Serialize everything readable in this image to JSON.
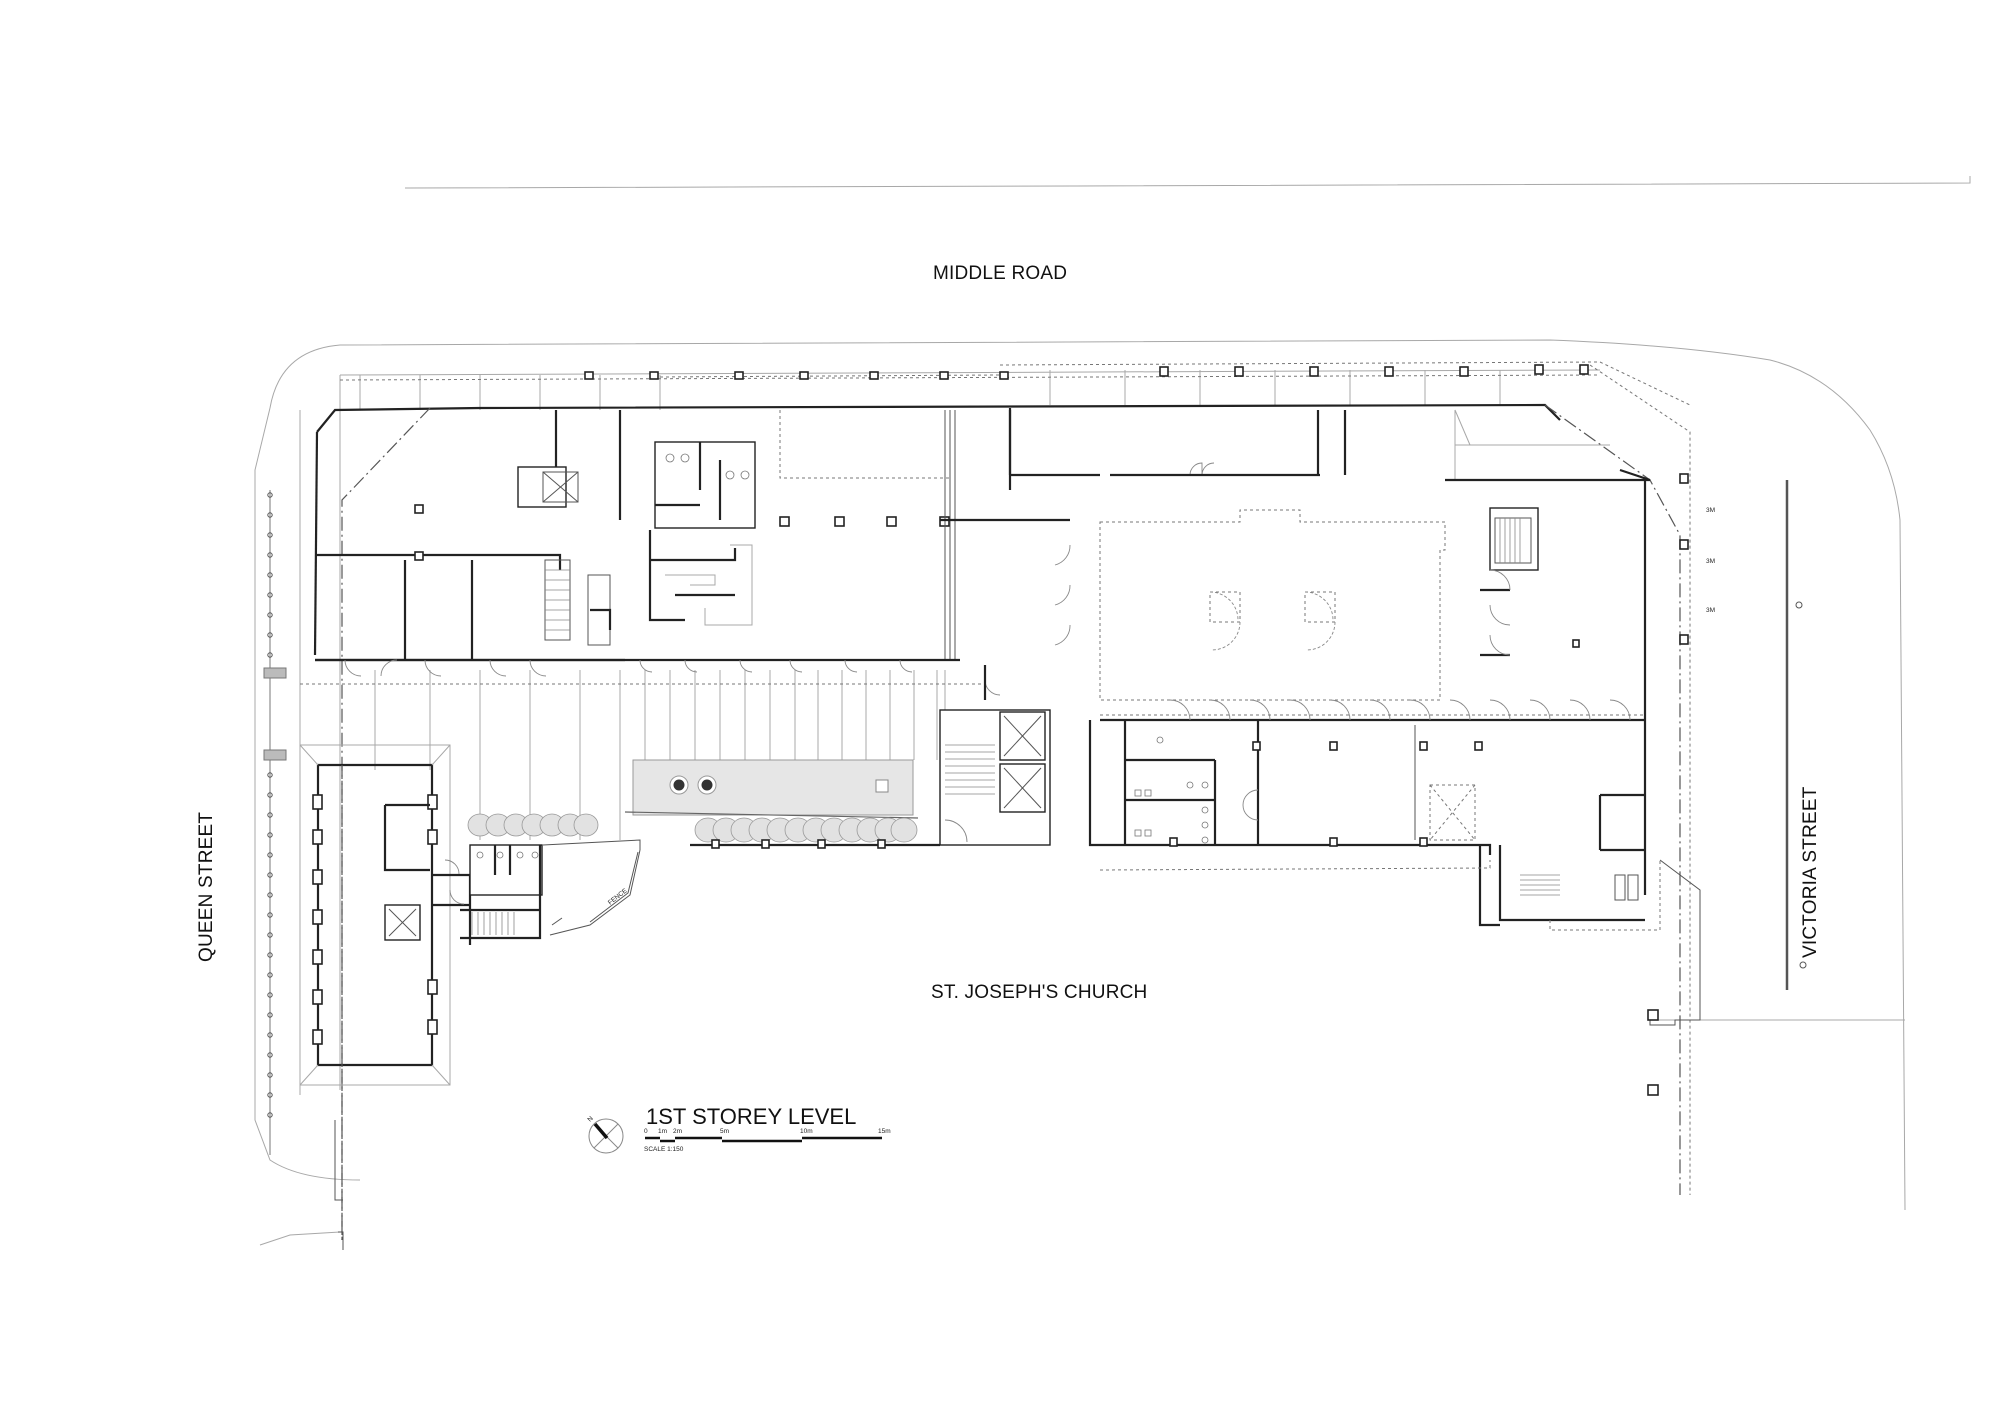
{
  "drawing": {
    "title": "1ST STOREY LEVEL",
    "scale_text": "SCALE   1:150",
    "scale_ticks": [
      "0",
      "1m",
      "2m",
      "5m",
      "10m",
      "15m"
    ],
    "north_label": "N"
  },
  "streets": {
    "north": "MIDDLE ROAD",
    "west": "QUEEN STREET",
    "east": "VICTORIA STREET",
    "south": "ST. JOSEPH'S CHURCH"
  },
  "annotations": {
    "fence": "FENCE",
    "setback_marks": [
      "3M",
      "3M",
      "3M"
    ]
  },
  "colors": {
    "line": "#222222",
    "faint_line": "#a8a8a8",
    "background": "#ffffff"
  }
}
